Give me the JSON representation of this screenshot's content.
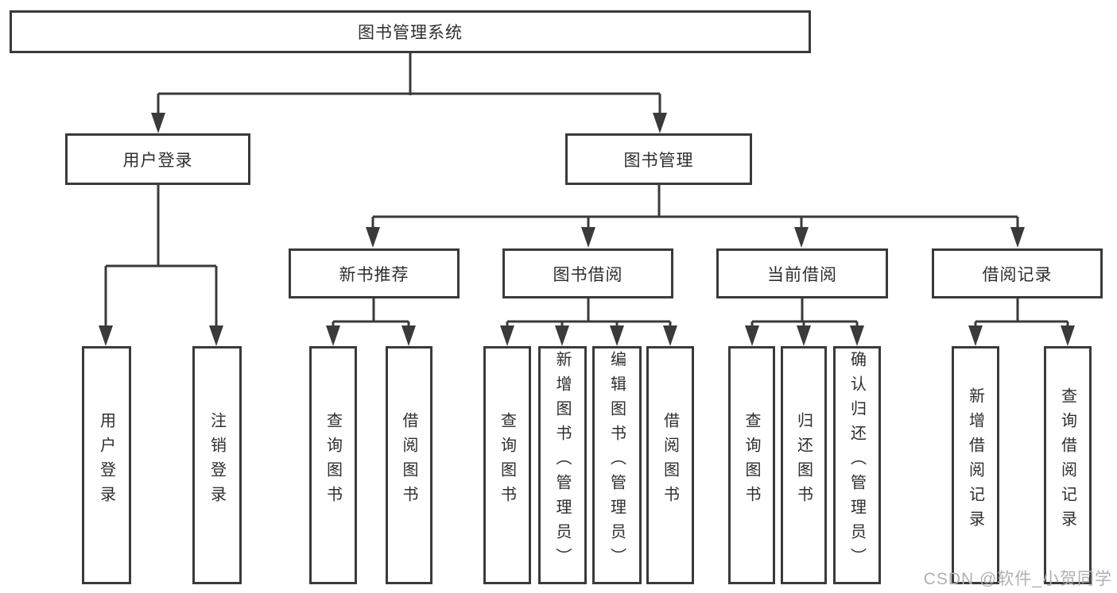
{
  "diagram": {
    "root": {
      "label": "图书管理系统"
    },
    "level2": [
      {
        "label": "用户登录",
        "children": [
          {
            "label": "用户登录"
          },
          {
            "label": "注销登录"
          }
        ]
      },
      {
        "label": "图书管理",
        "children": [
          {
            "label": "新书推荐",
            "children": [
              {
                "label": "查询图书"
              },
              {
                "label": "借阅图书"
              }
            ]
          },
          {
            "label": "图书借阅",
            "children": [
              {
                "label": "查询图书"
              },
              {
                "label": "新增图书（管理员）"
              },
              {
                "label": "编辑图书（管理员）"
              },
              {
                "label": "借阅图书"
              }
            ]
          },
          {
            "label": "当前借阅",
            "children": [
              {
                "label": "查询图书"
              },
              {
                "label": "归还图书"
              },
              {
                "label": "确认归还（管理员）"
              }
            ]
          },
          {
            "label": "借阅记录",
            "children": [
              {
                "label": "新增借阅记录"
              },
              {
                "label": "查询借阅记录"
              }
            ]
          }
        ]
      }
    ]
  },
  "watermark": {
    "text": "CSDN @软件_小贺同学"
  },
  "colors": {
    "line": "#3a3a3a",
    "text": "#2e2e2e",
    "background": "#ffffff",
    "watermark": "#b0b0b0"
  }
}
